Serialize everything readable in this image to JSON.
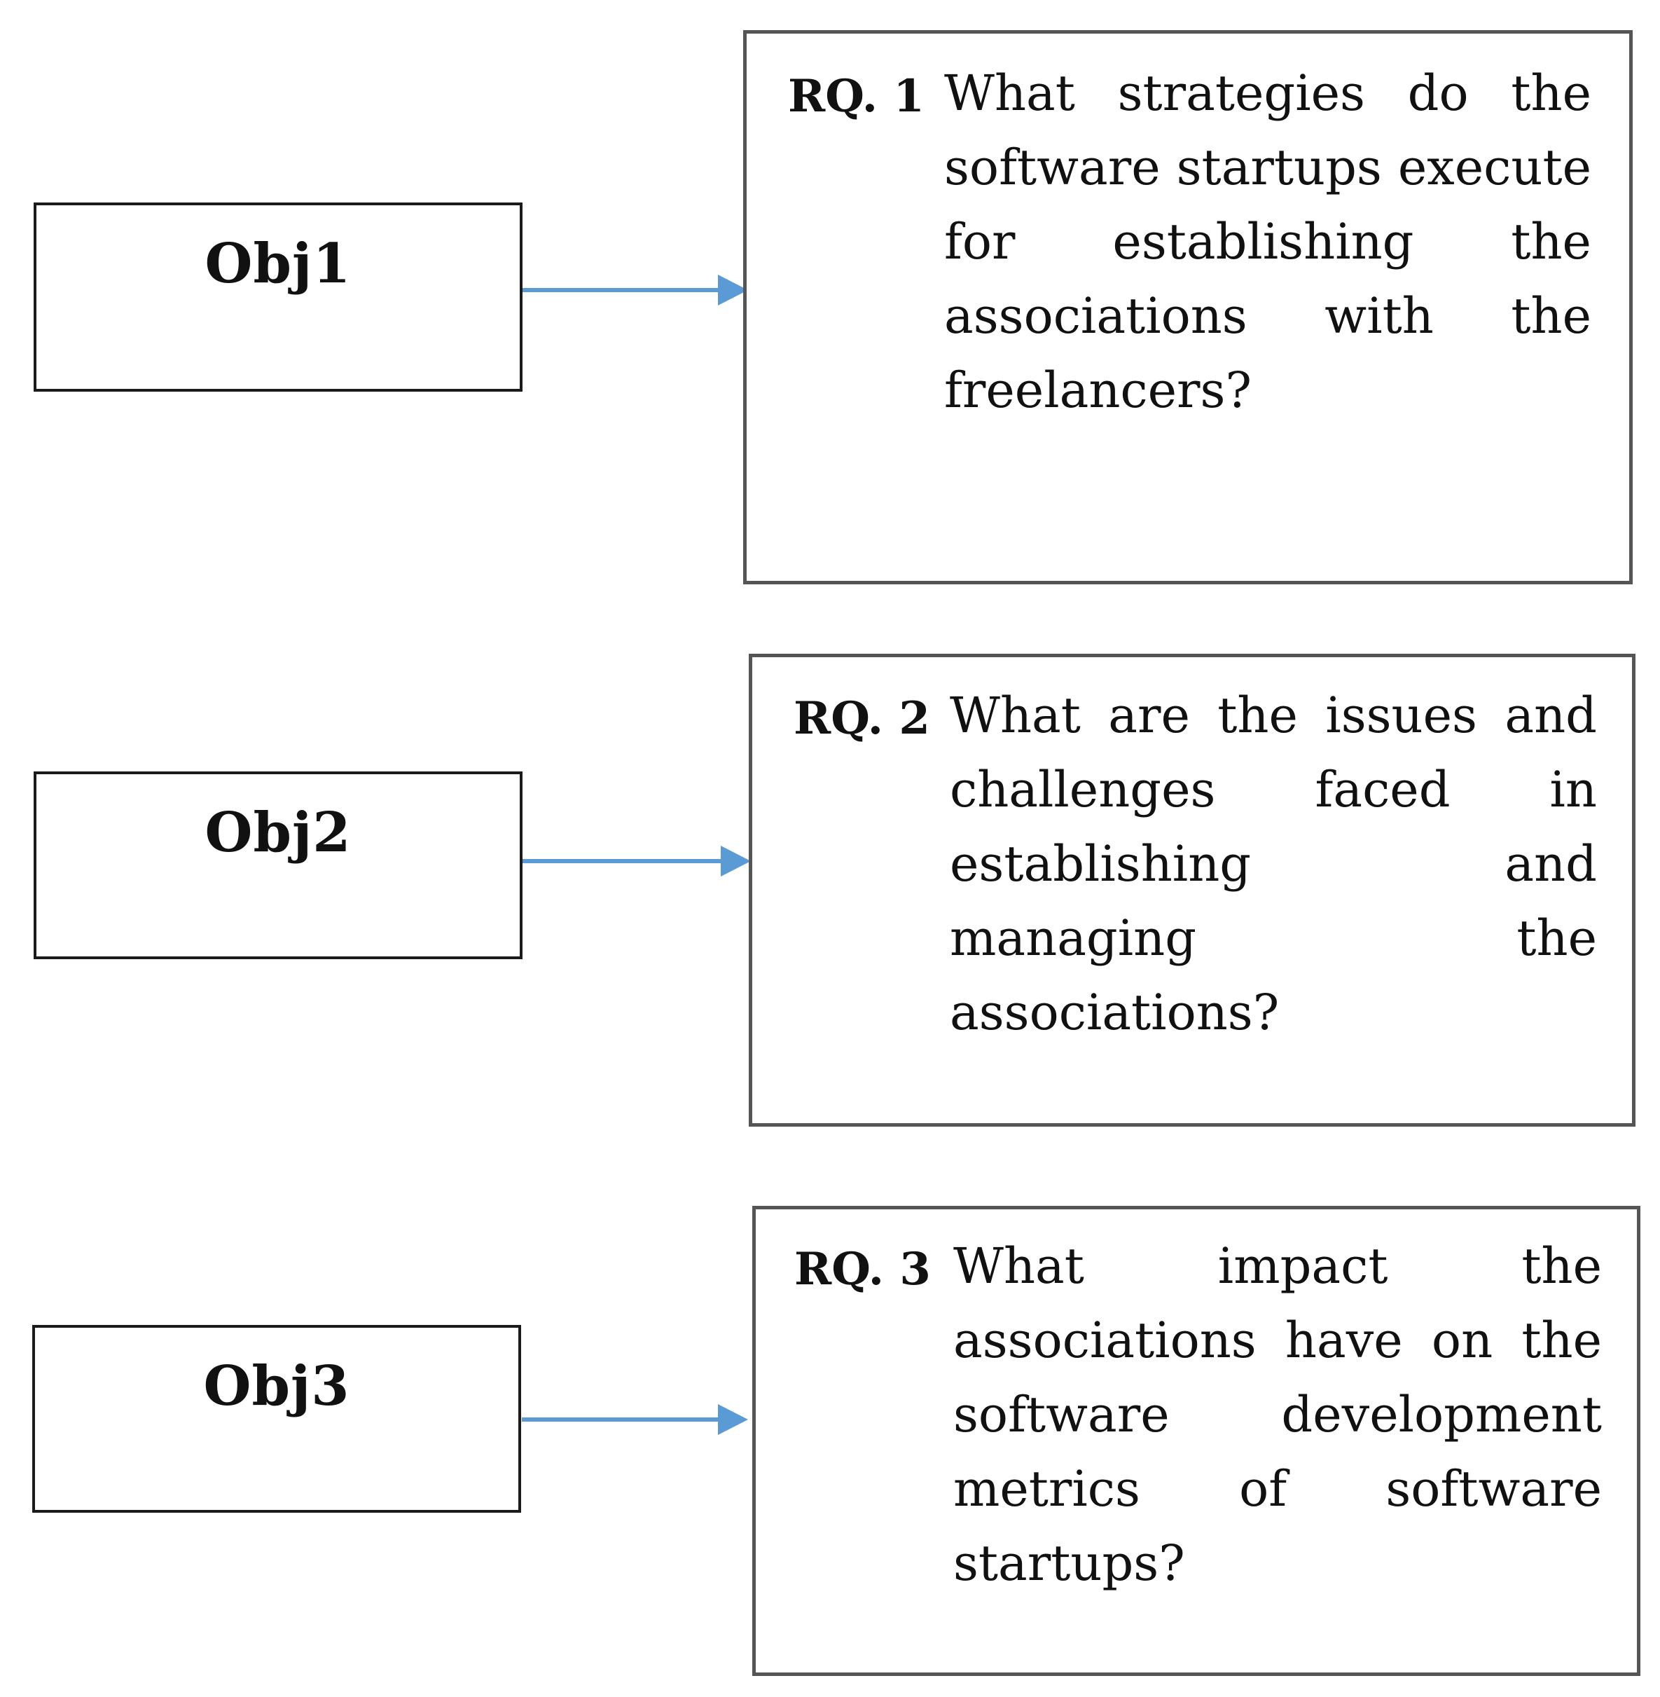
{
  "objectives": [
    {
      "label": "Obj1"
    },
    {
      "label": "Obj2"
    },
    {
      "label": "Obj3"
    }
  ],
  "research_questions": [
    {
      "id": "RQ. 1",
      "text": "What strategies do the software startups execute for establishing the associations with the freelancers?"
    },
    {
      "id": "RQ. 2",
      "text": "What are the issues and challenges faced in establishing and managing the associations?"
    },
    {
      "id": "RQ. 3",
      "text": "What impact the associations have on the software development metrics of software startups?"
    }
  ],
  "colors": {
    "arrow": "#5b9bd5",
    "obj_border": "#1a1a1a",
    "rq_border": "#555555"
  }
}
